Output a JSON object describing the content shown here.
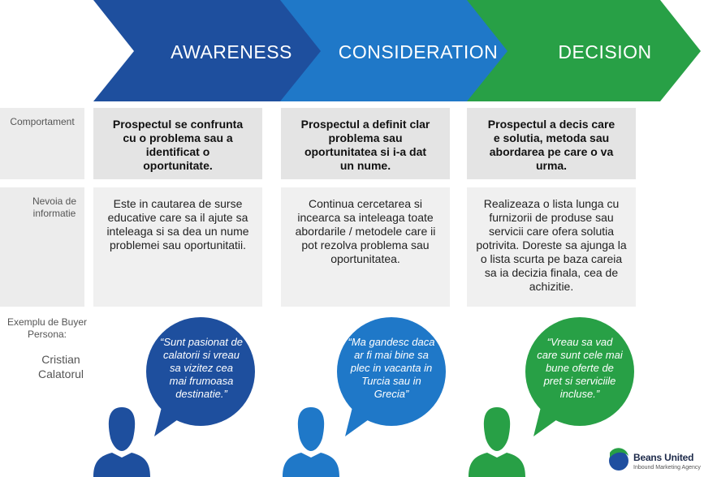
{
  "stages": [
    {
      "label": "AWARENESS",
      "color": "#1e4f9e"
    },
    {
      "label": "CONSIDERATION",
      "color": "#1f78c8"
    },
    {
      "label": "DECISION",
      "color": "#28a046"
    }
  ],
  "rows": {
    "comportament": {
      "label": "Comportament",
      "cells": [
        "Prospectul se confrunta cu o problema sau a identificat o oportunitate.",
        "Prospectul a definit clar problema sau oportunitatea si i-a dat un nume.",
        "Prospectul a decis care e solutia, metoda sau abordarea pe care o va urma."
      ]
    },
    "nevoia": {
      "label": "Nevoia de informatie",
      "cells": [
        "Este in cautarea de surse educative care sa il ajute sa inteleaga si sa dea un nume problemei sau oportunitatii.",
        "Continua cercetarea si incearca sa inteleaga toate abordarile / metodele care ii pot rezolva problema sau oportunitatea.",
        "Realizeaza o lista lunga cu furnizorii de produse sau servicii care ofera solutia potrivita. Doreste sa ajunga la o lista scurta pe baza careia sa ia decizia finala, cea de achizitie."
      ]
    }
  },
  "persona": {
    "label": "Exemplu de Buyer Persona:",
    "name": "Cristian Calatorul",
    "quotes": [
      "“Sunt pasionat de calatorii si vreau sa vizitez cea mai frumoasa destinatie.”",
      "“Ma gandesc daca ar fi mai bine sa plec in vacanta in Turcia sau in Grecia”",
      "“Vreau sa vad care sunt cele mai bune oferte de pret si serviciile incluse.”"
    ]
  },
  "brand": {
    "name": "Beans United",
    "tagline": "Inbound Marketing Agency"
  }
}
